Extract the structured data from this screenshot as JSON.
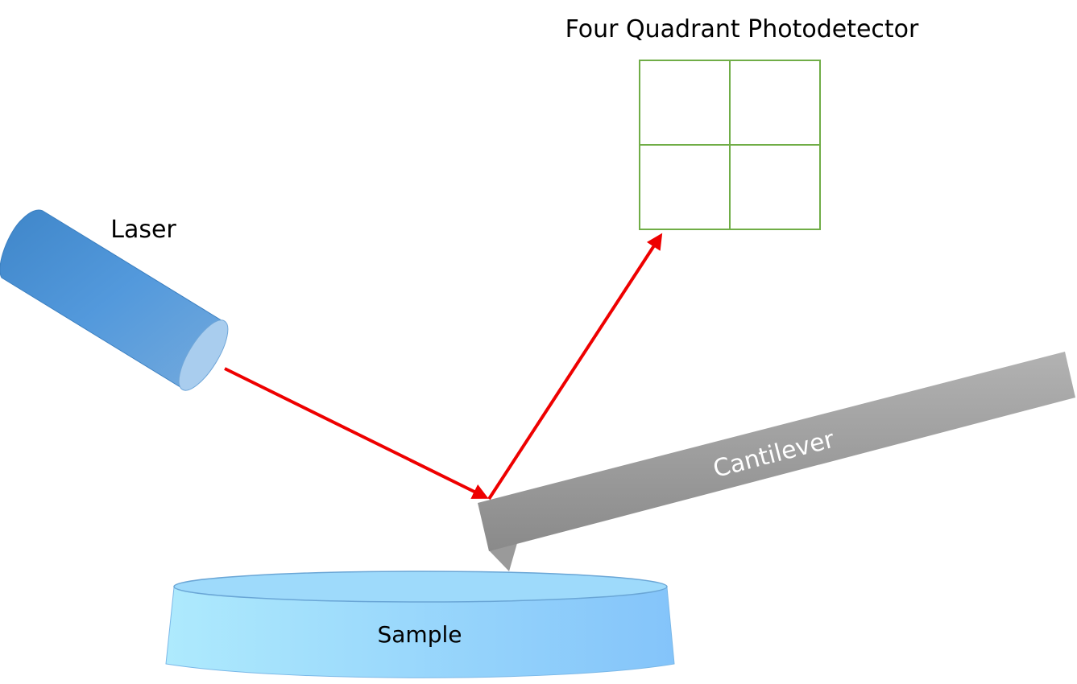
{
  "labels": {
    "detector": "Four Quadrant Photodetector",
    "laser": "Laser",
    "cantilever": "Cantilever",
    "sample": "Sample"
  },
  "colors": {
    "beam": "#ee0000",
    "detector_grid": "#70ad47",
    "laser_body_dark": "#3f86c9",
    "laser_body_light": "#6aa5dc",
    "laser_face": "#a9cdee",
    "cantilever_top": "#a8a8a8",
    "cantilever_bottom": "#8c8c8c",
    "sample_left": "#aee8fd",
    "sample_right": "#86c6fb",
    "sample_top": "#9ed9fa"
  }
}
